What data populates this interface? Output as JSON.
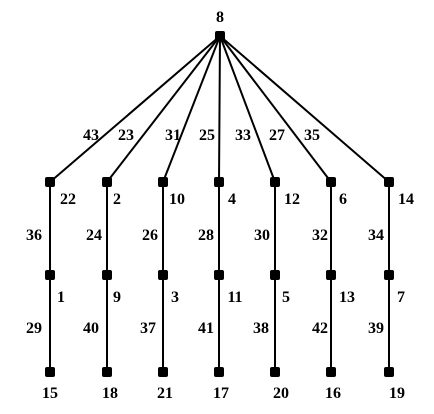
{
  "diagram": {
    "type": "tree",
    "root": "8",
    "vertices": [
      "8",
      "22",
      "2",
      "10",
      "4",
      "12",
      "6",
      "14",
      "1",
      "9",
      "3",
      "11",
      "5",
      "13",
      "7",
      "15",
      "18",
      "21",
      "17",
      "20",
      "16",
      "19"
    ],
    "edges": [
      {
        "from": "8",
        "to": "22",
        "label": "43"
      },
      {
        "from": "8",
        "to": "2",
        "label": "23"
      },
      {
        "from": "8",
        "to": "10",
        "label": "31"
      },
      {
        "from": "8",
        "to": "4",
        "label": "25"
      },
      {
        "from": "8",
        "to": "12",
        "label": "33"
      },
      {
        "from": "8",
        "to": "6",
        "label": "27"
      },
      {
        "from": "8",
        "to": "14",
        "label": "35"
      },
      {
        "from": "22",
        "to": "1",
        "label": "36"
      },
      {
        "from": "2",
        "to": "9",
        "label": "24"
      },
      {
        "from": "10",
        "to": "3",
        "label": "26"
      },
      {
        "from": "4",
        "to": "11",
        "label": "28"
      },
      {
        "from": "12",
        "to": "5",
        "label": "30"
      },
      {
        "from": "6",
        "to": "13",
        "label": "32"
      },
      {
        "from": "14",
        "to": "7",
        "label": "34"
      },
      {
        "from": "1",
        "to": "15",
        "label": "29"
      },
      {
        "from": "9",
        "to": "18",
        "label": "40"
      },
      {
        "from": "3",
        "to": "21",
        "label": "37"
      },
      {
        "from": "11",
        "to": "17",
        "label": "41"
      },
      {
        "from": "5",
        "to": "20",
        "label": "38"
      },
      {
        "from": "13",
        "to": "16",
        "label": "42"
      },
      {
        "from": "7",
        "to": "19",
        "label": "39"
      }
    ]
  }
}
